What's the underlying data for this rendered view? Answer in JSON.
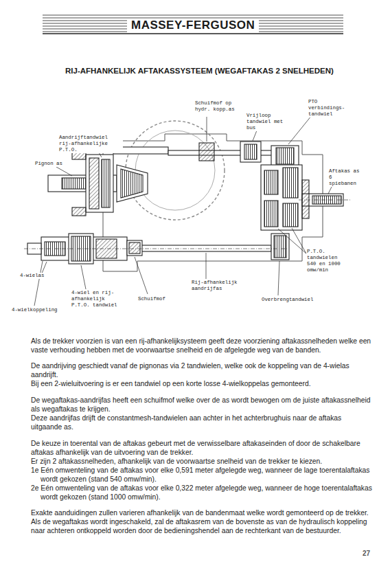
{
  "diagram": {
    "title": "RIJ-AFHANKELIJK AFTAKASSYSTEEM (WEGAFTAKAS 2 SNELHEDEN)",
    "labels": [
      "MASSEY-FERGUSON",
      "Schuifmof op hydr. kopp.as",
      "Vrijloop tandwiel met bus",
      "PTO verbindings- tandwiel",
      "Aandrijftandwiel rij-afhankelijke P.T.O.",
      "Pignon as",
      "Aftakas as 6 spiebanen",
      "P.T.O. tandwielen 540 en 1000 omw/min",
      "Rij-afhankelijk aandrijfas",
      "Overbrengtandwiel",
      "4-wielas",
      "4-wiel en rij-afhankelijk P.T.O. tandwiel",
      "Schuifmof",
      "4-wielkoppeling",
      "Als de trekker voorzien is van een rij-afhankelijksysteem geeft deze voorziening aftakassnelheden welke een vaste verhouding hebben met de voorwaartse snelheid en de afgelegde weg van de banden.",
      "De aandrijving geschiedt vanaf de pignonas via 2 tandwielen, welke ook de koppeling van de 4-wielas aandrijft.",
      "Bij een 2-wieluitvoering is er een tandwiel op een korte losse 4-wielkoppelas gemonteerd.",
      "De wegaftakas-aandrijfas heeft een schuifmof welke over de as wordt bewogen om de juiste aftakassnelheid als wegaftakas te krijgen.",
      "Deze aandrijfas drijft de constantmesh-tandwielen aan achter in het achterbrughuis naar de aftakas uitgaande as.",
      "De keuze in toerental van de aftakas gebeurt met de verwisselbare aftakaseinden of door de schakelbare aftakas afhankelijk van de uitvoering van de trekker.",
      "Er zijn 2 aftakassnelheden, afhankelijk van de voorwaartse snelheid van de trekker te kiezen.",
      "1e Eén omwenteling van de aftakas voor elke 0,591 meter afgelegde weg, wanneer de lage toerentalaftakas wordt gekozen (stand 540 omw/min).",
      "2e Eén omwenteling van de aftakas voor elke 0,322 meter afgelegde weg, wanneer de hoge toerentalaftakas wordt gekozen (stand 1000 omw/min).",
      "Exakte aanduidingen zullen varieren afhankelijk van de bandenmaat welke wordt gemonteerd op de trekker.",
      "Als de wegaftakas wordt ingeschakeld, zal de aftakasrem van de bovenste as van de hydraulisch koppeling naar achteren ontkoppeld worden door de bedieningshendel aan de rechterkant van de bestuurder.",
      "27"
    ]
  }
}
